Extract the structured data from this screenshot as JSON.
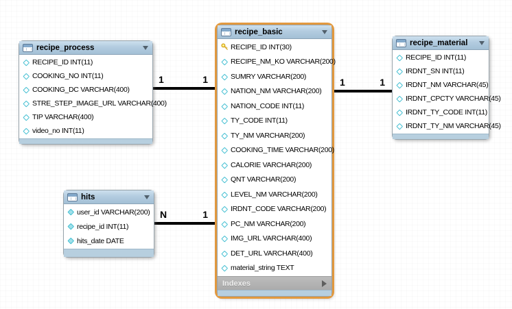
{
  "tables": [
    {
      "id": "recipe_process",
      "title": "recipe_process",
      "highlighted": false,
      "columns": [
        {
          "icon": "diamond",
          "text": "RECIPE_ID INT(11)"
        },
        {
          "icon": "diamond",
          "text": "COOKING_NO INT(11)"
        },
        {
          "icon": "diamond",
          "text": "COOKING_DC VARCHAR(400)"
        },
        {
          "icon": "diamond",
          "text": "STRE_STEP_IMAGE_URL VARCHAR(400)"
        },
        {
          "icon": "diamond",
          "text": "TIP VARCHAR(400)"
        },
        {
          "icon": "diamond",
          "text": "video_no INT(11)"
        }
      ]
    },
    {
      "id": "recipe_basic",
      "title": "recipe_basic",
      "highlighted": true,
      "columns": [
        {
          "icon": "key",
          "text": "RECIPE_ID INT(30)"
        },
        {
          "icon": "diamond",
          "text": "RECIPE_NM_KO VARCHAR(200)"
        },
        {
          "icon": "diamond",
          "text": "SUMRY VARCHAR(200)"
        },
        {
          "icon": "diamond",
          "text": "NATION_NM VARCHAR(200)"
        },
        {
          "icon": "diamond",
          "text": "NATION_CODE INT(11)"
        },
        {
          "icon": "diamond",
          "text": "TY_CODE INT(11)"
        },
        {
          "icon": "diamond",
          "text": "TY_NM VARCHAR(200)"
        },
        {
          "icon": "diamond",
          "text": "COOKING_TIME VARCHAR(200)"
        },
        {
          "icon": "diamond",
          "text": "CALORIE VARCHAR(200)"
        },
        {
          "icon": "diamond",
          "text": "QNT VARCHAR(200)"
        },
        {
          "icon": "diamond",
          "text": "LEVEL_NM VARCHAR(200)"
        },
        {
          "icon": "diamond",
          "text": "IRDNT_CODE VARCHAR(200)"
        },
        {
          "icon": "diamond",
          "text": "PC_NM VARCHAR(200)"
        },
        {
          "icon": "diamond",
          "text": "IMG_URL VARCHAR(400)"
        },
        {
          "icon": "diamond",
          "text": "DET_URL VARCHAR(400)"
        },
        {
          "icon": "diamond",
          "text": "material_string TEXT"
        }
      ],
      "footer": "Indexes"
    },
    {
      "id": "recipe_material",
      "title": "recipe_material",
      "highlighted": false,
      "columns": [
        {
          "icon": "diamond",
          "text": "RECIPE_ID INT(11)"
        },
        {
          "icon": "diamond",
          "text": "IRDNT_SN INT(11)"
        },
        {
          "icon": "diamond",
          "text": "IRDNT_NM VARCHAR(45)"
        },
        {
          "icon": "diamond",
          "text": "IRDNT_CPCTY VARCHAR(45)"
        },
        {
          "icon": "diamond",
          "text": "IRDNT_TY_CODE INT(11)"
        },
        {
          "icon": "diamond",
          "text": "IRDNT_TY_NM VARCHAR(45)"
        }
      ]
    },
    {
      "id": "hits",
      "title": "hits",
      "highlighted": false,
      "columns": [
        {
          "icon": "diamond-filled",
          "text": "user_id VARCHAR(200)"
        },
        {
          "icon": "diamond-filled",
          "text": "recipe_id INT(11)"
        },
        {
          "icon": "diamond-filled",
          "text": "hits_date DATE"
        }
      ]
    }
  ],
  "connections": [
    {
      "from": "recipe_process",
      "to": "recipe_basic",
      "from_label": "1",
      "to_label": "1"
    },
    {
      "from": "recipe_basic",
      "to": "recipe_material",
      "from_label": "1",
      "to_label": "1"
    },
    {
      "from": "hits",
      "to": "recipe_basic",
      "from_label": "N",
      "to_label": "1"
    }
  ],
  "colors": {
    "highlight_border": "#e2993f",
    "header_gradient_top": "#cde0ee",
    "header_gradient_bottom": "#a3c0d6",
    "diamond_accent": "#44bfd2",
    "key_accent": "#f5c83c",
    "relationship_line": "#000000",
    "indexes_bar": "#b0b0b0"
  }
}
